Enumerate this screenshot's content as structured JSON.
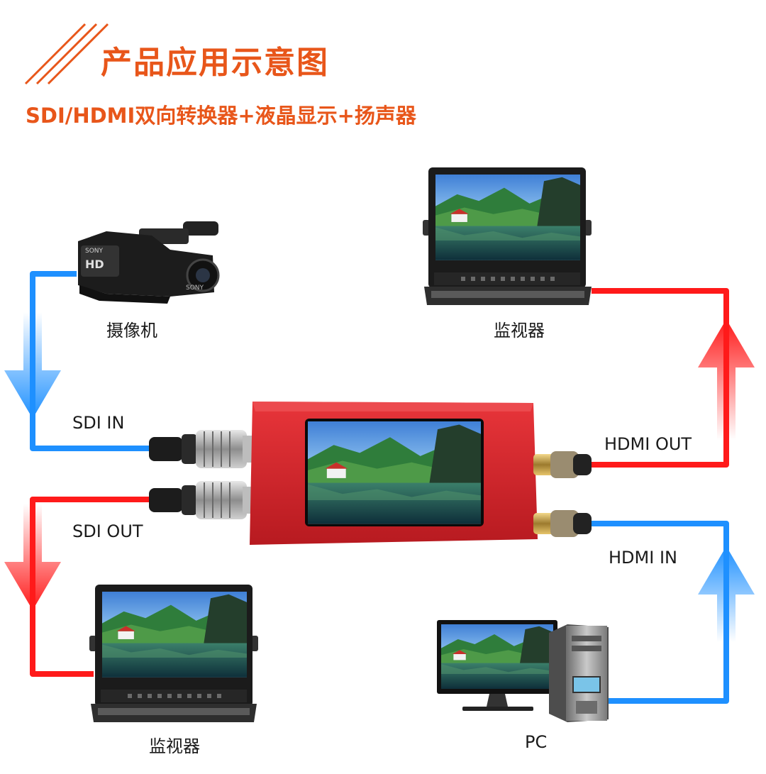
{
  "header": {
    "title": "产品应用示意图",
    "subtitle": "SDI/HDMI双向转换器+液晶显示+扬声器"
  },
  "devices": {
    "camera": {
      "label": "摄像机",
      "brand": "SONY",
      "badge": "HD"
    },
    "monitor_top": {
      "label": "监视器"
    },
    "monitor_bottom": {
      "label": "监视器"
    },
    "pc": {
      "label": "PC"
    }
  },
  "ports": {
    "sdi_in": "SDI IN",
    "sdi_out": "SDI OUT",
    "hdmi_out": "HDMI OUT",
    "hdmi_in": "HDMI IN"
  },
  "colors": {
    "accent": "#e8561a",
    "signal_in": "#1e90ff",
    "signal_out": "#ff1a1a",
    "converter_body": "#d8262b"
  }
}
